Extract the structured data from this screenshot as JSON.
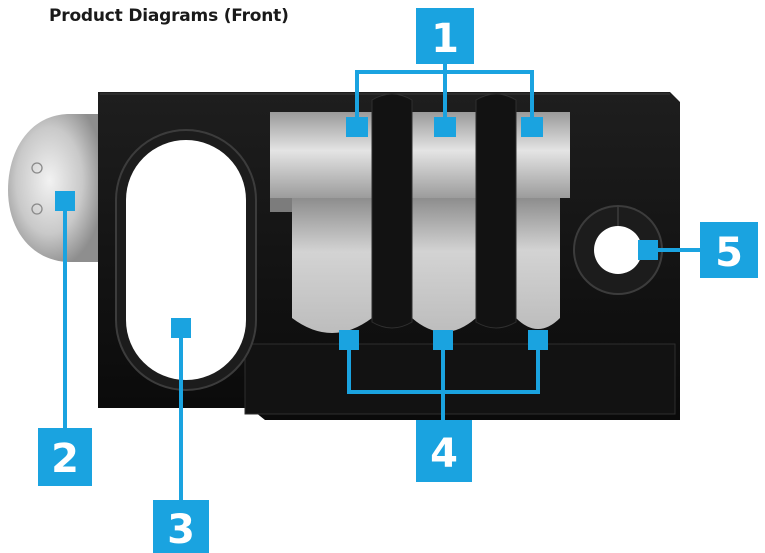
{
  "page": {
    "title": "Product Diagrams (Front)"
  },
  "colors": {
    "accent": "#1aa3e0",
    "body": "#141414",
    "slot": "#b4b4b4",
    "rod": "#c2c2c2",
    "background": "#ffffff"
  },
  "callouts": [
    {
      "number": "1",
      "part": "upper-slot-markers"
    },
    {
      "number": "2",
      "part": "rod-end"
    },
    {
      "number": "3",
      "part": "oval-slot"
    },
    {
      "number": "4",
      "part": "lower-slot-markers"
    },
    {
      "number": "5",
      "part": "round-hole"
    }
  ]
}
